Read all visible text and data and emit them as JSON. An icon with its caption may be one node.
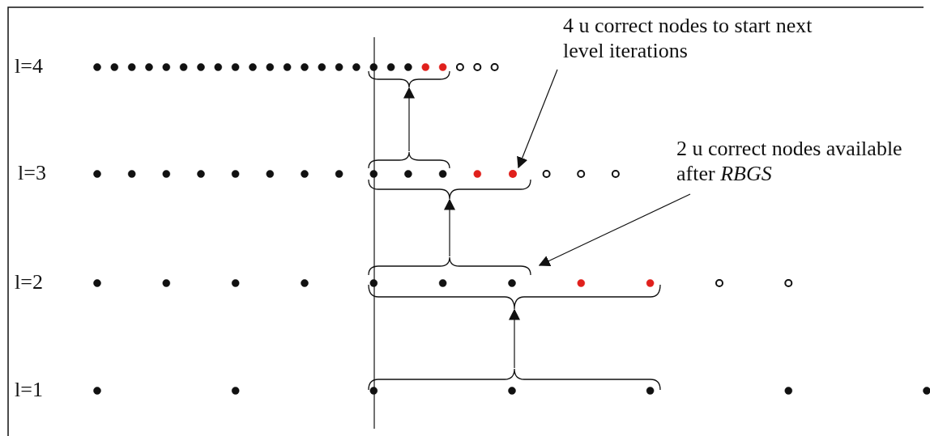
{
  "diagram": {
    "nodes": [
      {
        "text": [
          "4 u correct nodes to start next level iterations"
        ]
      },
      {
        "text": [],
        "shape": "brace"
      },
      {
        "text": [],
        "shape": "brace"
      },
      {
        "text": [],
        "shape": "circle"
      },
      {
        "text": [
          "2 u correct nodes available after *RBGS*"
        ]
      },
      {
        "text": [],
        "shape": "brace"
      },
      {
        "text": [],
        "shape": "brace"
      },
      {
        "text": [],
        "shape": "brace"
      },
      {
        "text": [],
        "shape": "brace"
      }
    ],
    "edges": [
      {
        "from": 0,
        "to": 3,
        "arrow": "to"
      },
      {
        "from": 2,
        "to": 1,
        "arrow": "to"
      },
      {
        "from": 4,
        "to": 6,
        "arrow": "to"
      },
      {
        "from": 6,
        "to": 5,
        "arrow": "to"
      },
      {
        "from": 8,
        "to": 7,
        "arrow": "to"
      }
    ],
    "labels": [
      "l=4",
      "l=3",
      "l=2",
      "l=1"
    ]
  }
}
